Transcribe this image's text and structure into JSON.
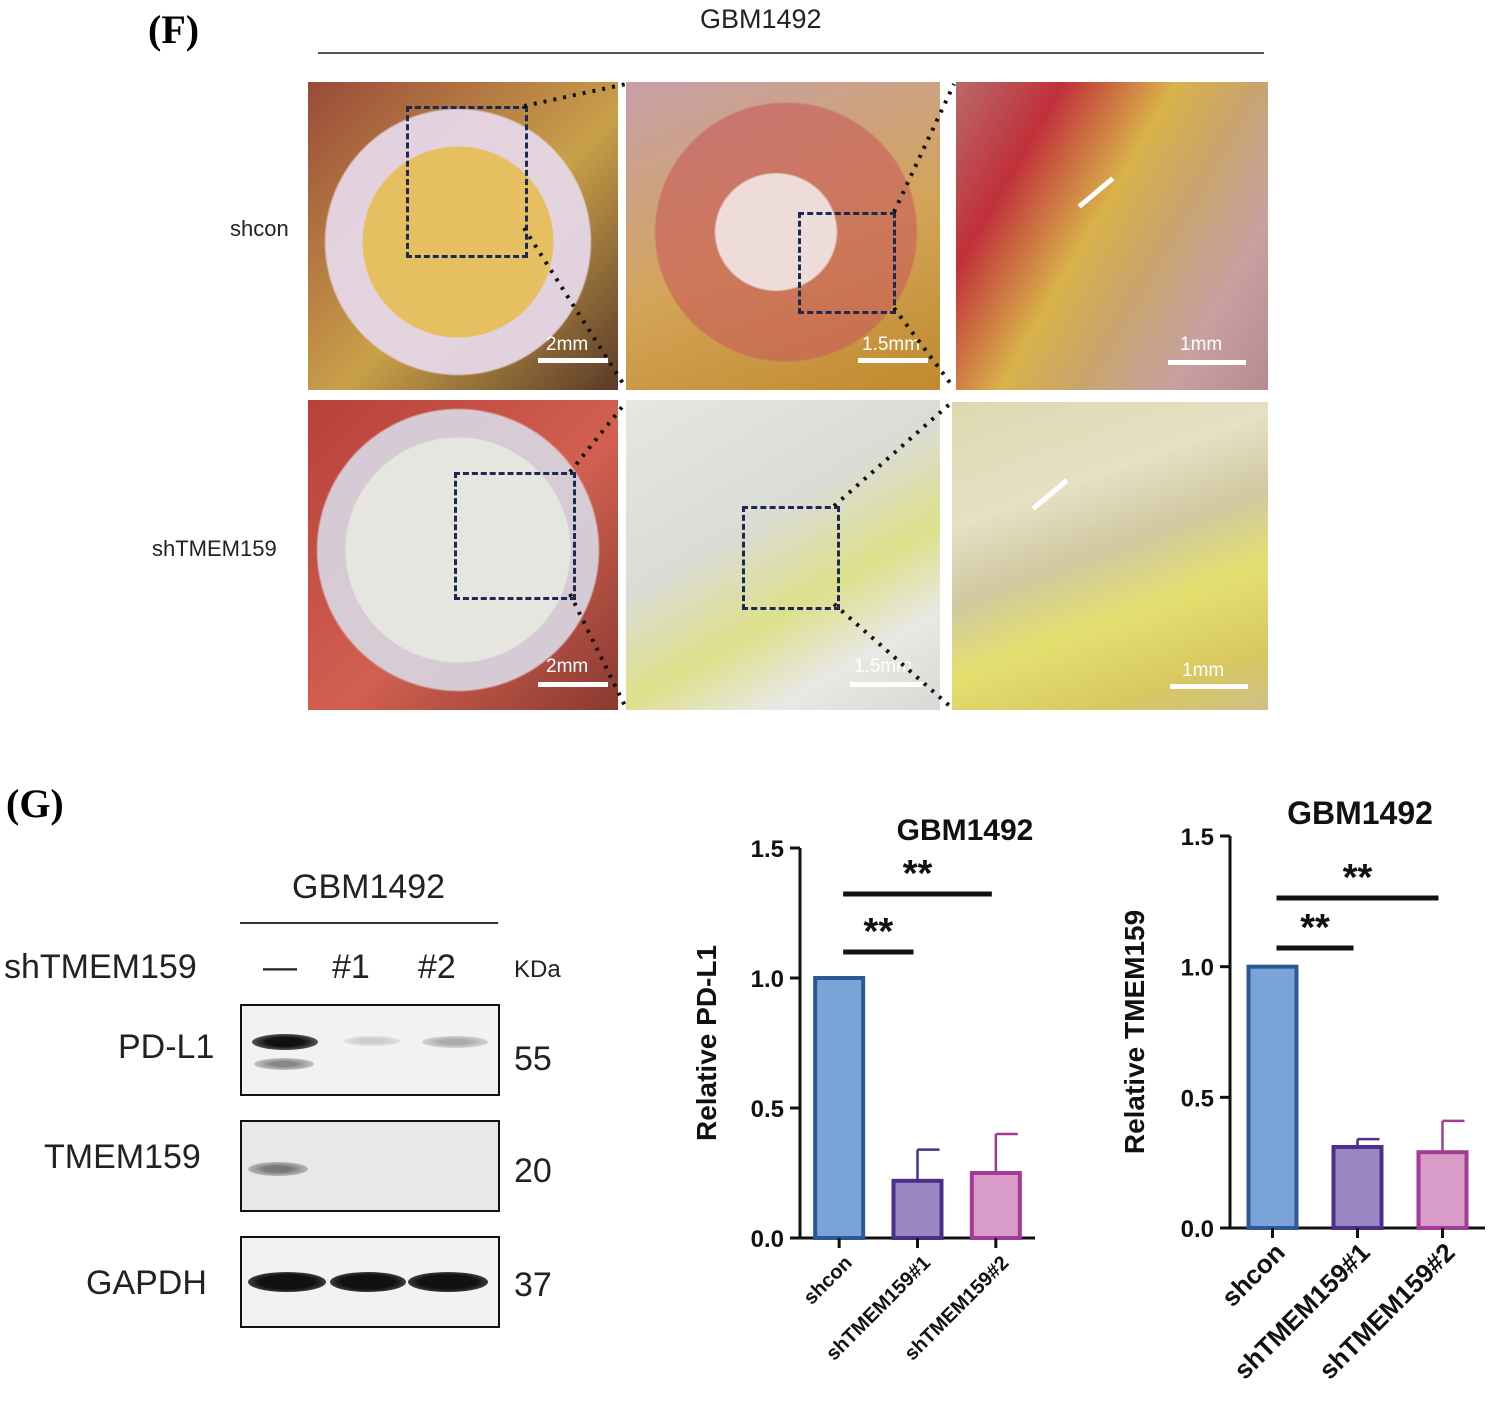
{
  "panel_f": {
    "letter": "(F)",
    "cell_line": "GBM1492",
    "rows": [
      {
        "label": "shcon",
        "scalebars": [
          "2mm",
          "1.5mm",
          "1mm"
        ]
      },
      {
        "label": "shTMEM159",
        "scalebars": [
          "2mm",
          "1.5mm",
          "1mm"
        ]
      }
    ]
  },
  "panel_g": {
    "letter": "(G)",
    "western": {
      "cell_line": "GBM1492",
      "sh_label": "shTMEM159",
      "lanes": [
        "—",
        "#1",
        "#2"
      ],
      "kda_label": "KDa",
      "proteins": [
        {
          "name": "PD-L1",
          "kda": "55"
        },
        {
          "name": "TMEM159",
          "kda": "20"
        },
        {
          "name": "GAPDH",
          "kda": "37"
        }
      ]
    }
  },
  "chart_data": [
    {
      "type": "bar",
      "title": "GBM1492",
      "ylabel": "Relative PD-L1",
      "categories": [
        "shcon",
        "shTMEM159#1",
        "shTMEM159#2"
      ],
      "values": [
        1.0,
        0.22,
        0.25
      ],
      "errors": [
        0,
        0.12,
        0.15
      ],
      "ylim": [
        0,
        1.5
      ],
      "yticks": [
        "0.0",
        "0.5",
        "1.0",
        "1.5"
      ],
      "significance": [
        "**",
        "**"
      ],
      "colors": {
        "fill": [
          "#7aa3d8",
          "#9b86c4",
          "#d99bc8"
        ],
        "stroke": [
          "#2d5796",
          "#4d2f8a",
          "#a33a95"
        ]
      }
    },
    {
      "type": "bar",
      "title": "GBM1492",
      "ylabel": "Relative TMEM159",
      "categories": [
        "shcon",
        "shTMEM159#1",
        "shTMEM159#2"
      ],
      "values": [
        1.0,
        0.31,
        0.29
      ],
      "errors": [
        0,
        0.03,
        0.12
      ],
      "ylim": [
        0,
        1.5
      ],
      "yticks": [
        "0.0",
        "0.5",
        "1.0",
        "1.5"
      ],
      "significance": [
        "**",
        "**"
      ],
      "colors": {
        "fill": [
          "#7aa3d8",
          "#9b86c4",
          "#d99bc8"
        ],
        "stroke": [
          "#2d5796",
          "#4d2f8a",
          "#a33a95"
        ]
      }
    }
  ]
}
